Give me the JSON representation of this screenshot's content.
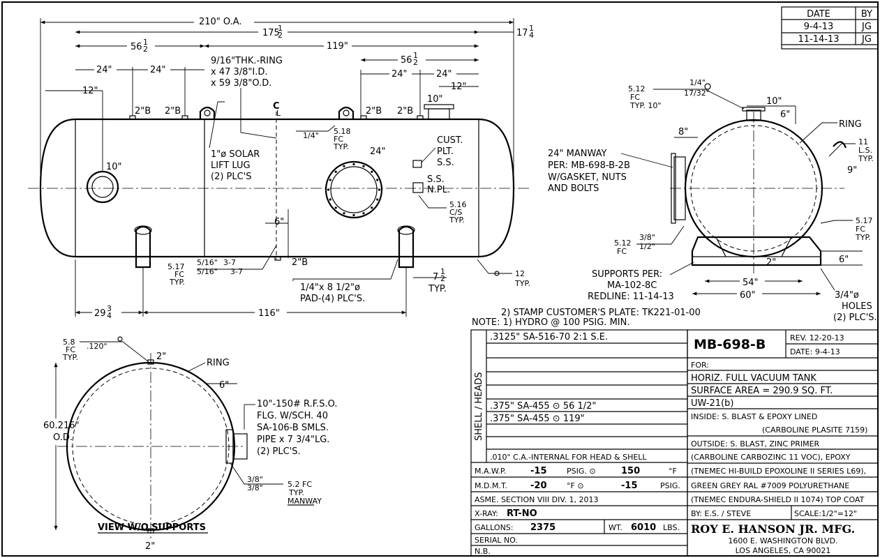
{
  "revisions": {
    "header_date": "DATE",
    "header_by": "BY",
    "rows": [
      {
        "date": "9-4-13",
        "by": "JG"
      },
      {
        "date": "11-14-13",
        "by": "JG"
      }
    ]
  },
  "dims": {
    "oa": "210\" O.A.",
    "d175": "175",
    "d175_frac": "1",
    "d175_den": "2",
    "d17": "17",
    "d17_frac": "1",
    "d17_den": "4",
    "d56a": "56",
    "d56a_frac": "1",
    "d56a_den": "2",
    "d119": "119\"",
    "d56b": "56",
    "d56b_frac": "1",
    "d56b_den": "2",
    "d24a": "24\"",
    "d24b": "24\"",
    "d24c": "24\"",
    "d24d": "24\"",
    "d12a": "12\"",
    "d12b": "12\"",
    "d10a": "10\"",
    "d10b": "10\"",
    "d24m": "24\"",
    "d6a": "6\"",
    "d29": "29",
    "d29_frac": "3",
    "d29_den": "4",
    "d116": "116\"",
    "d7": "7",
    "d7_frac": "1",
    "d7_den": "2",
    "typ": "TYP.",
    "b1": "2\"B",
    "b2": "2\"B",
    "b3": "2\"B",
    "b4": "2\"B",
    "b5": "2\"B"
  },
  "notes": {
    "ring": [
      "9/16\"THK.-RING",
      "x 47 3/8\"I.D.",
      "x 59 3/8\"O.D."
    ],
    "lug": [
      "1\"ø SOLAR",
      "LIFT LUG",
      "(2) PLC'S"
    ],
    "cust_plt": [
      "CUST.",
      "PLT.",
      "S.S."
    ],
    "ss_npl": [
      "S.S.",
      "N.PL."
    ],
    "w518": [
      "1/4\"",
      "5.18",
      "FC",
      "TYP."
    ],
    "w516": [
      "5.16",
      "C/S",
      "TYP."
    ],
    "w517a": [
      "5.17",
      "5/16\"",
      "5/16\"",
      "3-7",
      "3-7",
      "FC",
      "TYP."
    ],
    "pad": [
      "1/4\"x 8 1/2\"ø",
      "PAD-(4) PLC'S."
    ],
    "w12": [
      "12",
      "TYP."
    ],
    "cl": "C",
    "cl_sub": "L"
  },
  "end_view": {
    "w512a": [
      "5.12",
      "FC",
      "TYP. 10\"",
      "1/4\"",
      "17/32\""
    ],
    "d10": "10\"",
    "d6": "6\"",
    "ring": "RING",
    "d8": "8\"",
    "w11": [
      "11",
      "L.S.",
      "TYP."
    ],
    "d9": "9\"",
    "manway": [
      "24\" MANWAY",
      "PER: MB-698-B-2B",
      "W/GASKET, NUTS",
      "AND BOLTS"
    ],
    "w517": [
      "5.17",
      "FC",
      "TYP."
    ],
    "w512b": [
      "5.12",
      "FC",
      "3/8\"",
      "1/2\""
    ],
    "supports": [
      "SUPPORTS PER:",
      "MA-102-8C",
      "REDLINE: 11-14-13"
    ],
    "d2": "2\"",
    "d6b": "6\"",
    "d54": "54\"",
    "d60": "60\"",
    "holes": [
      "3/4\"ø",
      "HOLES",
      "(2) PLC'S."
    ]
  },
  "stamp_notes": {
    "n2": "2) STAMP CUSTOMER'S PLATE: TK221-01-00",
    "n1": "NOTE: 1) HYDRO @ 100 PSIG. MIN."
  },
  "section_view": {
    "w58": [
      "5.8",
      "FC",
      "TYP.",
      ".120\""
    ],
    "d2top": "2\"",
    "ring": "RING",
    "d6": "6\"",
    "od": [
      "60.216\"",
      "O.D."
    ],
    "flange": [
      "10\"-150# R.F.S.O.",
      "FLG. W/SCH. 40",
      "SA-106-B SMLS.",
      "PIPE x 7 3/4\"LG.",
      "(2) PLC'S."
    ],
    "w52": [
      "3/8\"",
      "3/8\"",
      "5.2 FC",
      "TYP.",
      "MANWAY"
    ],
    "d2bot": "2\"",
    "caption": "VIEW W/O SUPPORTS"
  },
  "materials": {
    "head_label": "SHELL / HEADS",
    "head": ".3125\" SA-516-70  2:1 S.E.",
    "shell1": ".375\" SA-455 ⊙ 56 1/2\"",
    "shell2": ".375\" SA-455 ⊙ 119\"",
    "ca": ".010\" C.A.-INTERNAL FOR HEAD & SHELL"
  },
  "specs": {
    "mawp": [
      "M.A.W.P.",
      "-15",
      "PSIG. ⊙",
      "150",
      "°F"
    ],
    "mdmt": [
      "M.D.M.T.",
      "-20",
      "°F ⊙",
      "-15",
      "PSIG."
    ],
    "asme": "ASME. SECTION VIII  DIV. 1, 2013",
    "xray": [
      "X-RAY:",
      "RT-NO"
    ],
    "gallons": [
      "GALLONS:",
      "2375",
      "WT.",
      "6010",
      "LBS."
    ],
    "serial": "SERIAL NO.",
    "nb": "N.B."
  },
  "title_block": {
    "dwg_no": "MB-698-B",
    "rev": "REV. 12-20-13",
    "date": "DATE:   9-4-13",
    "for": "FOR:",
    "desc": "HORIZ. FULL VACUUM TANK",
    "surface": "SURFACE AREA = 290.9 SQ. FT.",
    "uw": "UW-21(b)",
    "inside": "INSIDE:   S. BLAST & EPOXY LINED",
    "inside2": "(CARBOLINE PLASITE 7159)",
    "outside": "OUTSIDE: S. BLAST, ZINC PRIMER",
    "outside2": "(CARBOLINE CARBOZINC 11 VOC), EPOXY",
    "outside3": "(TNEMEC HI-BUILD EPOXOLINE II SERIES L69),",
    "outside4": "GREEN GREY RAL #7009 POLYURETHANE",
    "outside5": "(TNEMEC ENDURA-SHIELD II 1074) TOP COAT",
    "by": "BY: E.S. / STEVE",
    "scale": "SCALE:1/2\"=12\"",
    "company": "ROY E. HANSON JR. MFG.",
    "addr1": "1600 E. WASHINGTON BLVD.",
    "addr2": "LOS ANGELES, CA 90021"
  }
}
